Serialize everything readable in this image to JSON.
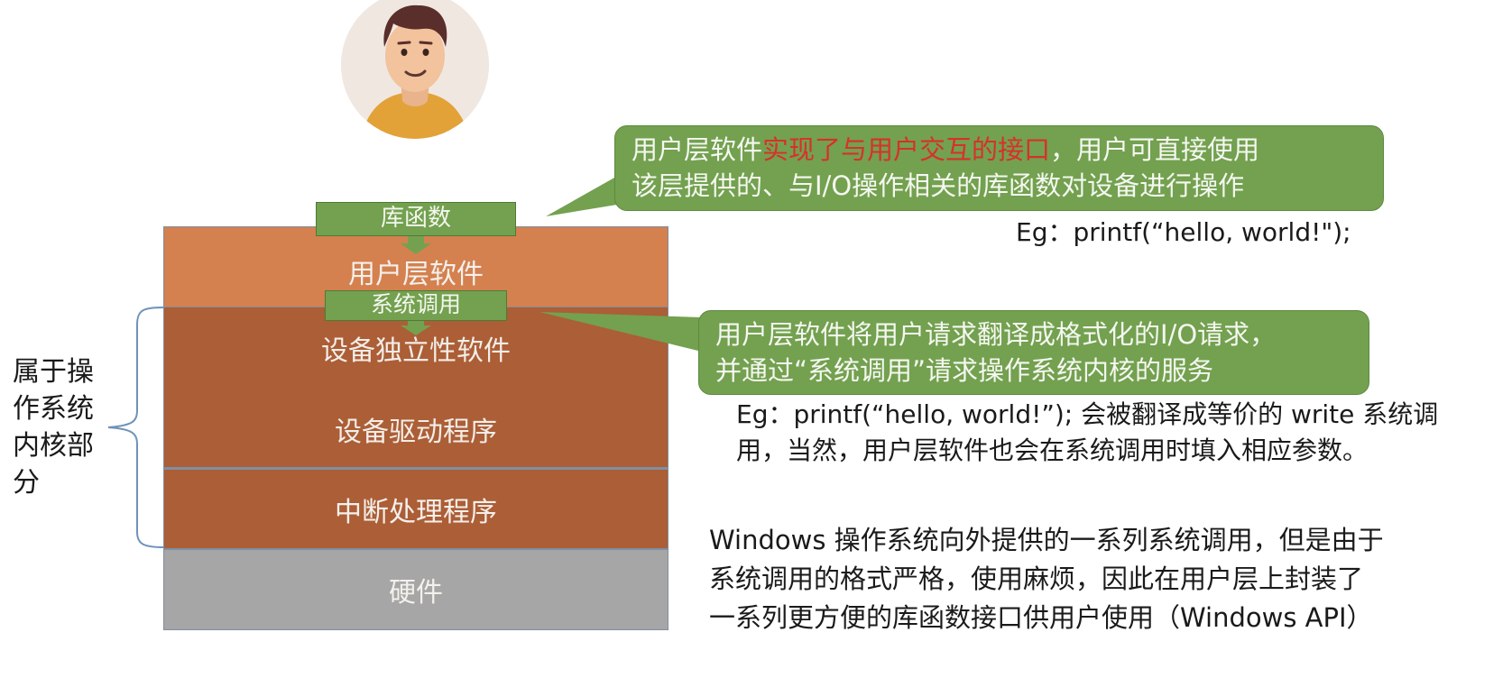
{
  "layers": {
    "user_software": "用户层软件",
    "device_independent": "设备独立性软件",
    "device_driver": "设备驱动程序",
    "interrupt_handler": "中断处理程序",
    "hardware": "硬件"
  },
  "tags": {
    "library": "库函数",
    "syscall": "系统调用"
  },
  "kernel_brace_label": "属于操作系统内核部分",
  "bubble1": {
    "line1_prefix": "用户层软件",
    "line1_highlight": "实现了与用户交互的接口",
    "line1_suffix": "，用户可直接使用",
    "line2": "该层提供的、与I/O操作相关的库函数对设备进行操作"
  },
  "example1": "Eg：printf(“hello, world!\");",
  "bubble2": {
    "line1": "用户层软件将用户请求翻译成格式化的I/O请求，",
    "line2": "并通过“系统调用”请求操作系统内核的服务"
  },
  "example2": {
    "line1": "Eg：printf(“hello, world!”); 会被翻译成等价的 write 系统调",
    "line2": "用，当然，用户层软件也会在系统调用时填入相应参数。"
  },
  "windows_note": {
    "line1": "Windows 操作系统向外提供的一系列系统调用，但是由于",
    "line2": "系统调用的格式严格，使用麻烦，因此在用户层上封装了",
    "line3": "一系列更方便的库函数接口供用户使用（Windows API）"
  },
  "colors": {
    "user_layer": "#d4814f",
    "kernel_layer": "#ac5e36",
    "hardware_layer": "#a6a6a6",
    "bubble_green": "#73a14f",
    "highlight_red": "#d8302a"
  }
}
